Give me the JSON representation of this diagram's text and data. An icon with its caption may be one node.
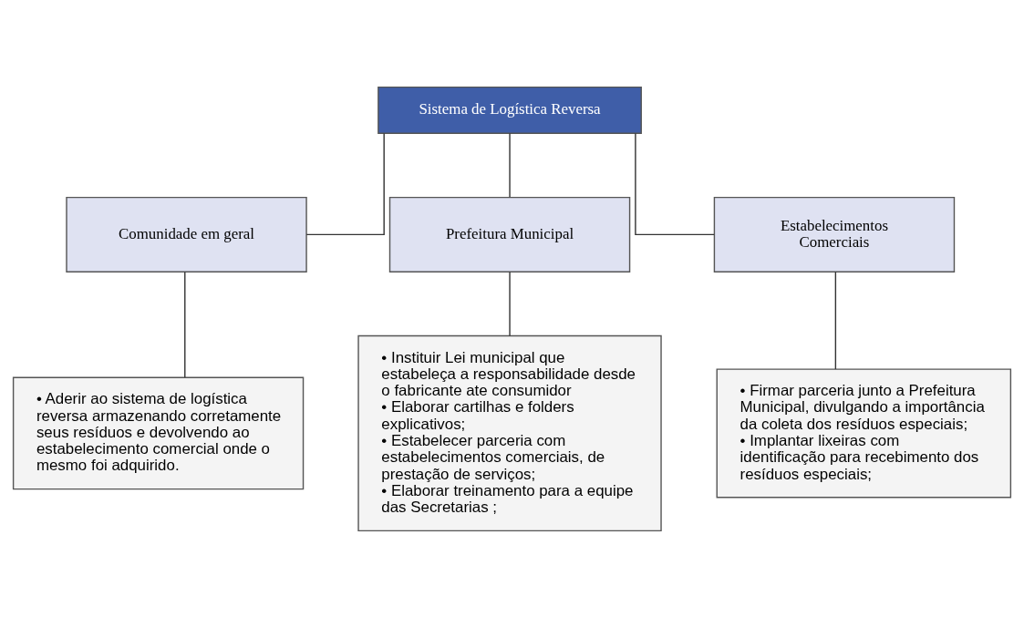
{
  "diagram": {
    "nodes": [
      {
        "text": [
          "Sistema de Logística Reversa"
        ]
      },
      {
        "text": [
          "Comunidade em geral"
        ]
      },
      {
        "text": [
          "Prefeitura Municipal"
        ]
      },
      {
        "text": [
          "Estabelecimentos Comerciais"
        ]
      },
      {
        "text": [
          "• Aderir ao sistema de logística reversa armazenando corretamente seus resíduos e devolvendo ao estabelecimento comercial onde o mesmo foi adquirido."
        ]
      },
      {
        "text": [
          "• Instituir Lei municipal que estabeleça a responsabilidade desde o fabricante ate consumidor",
          "• Elaborar cartilhas e folders explicativos;",
          "• Estabelecer parceria com estabelecimentos comerciais, de prestação de serviços;",
          "• Elaborar treinamento para a equipe das Secretarias ;"
        ]
      },
      {
        "text": [
          "• Firmar parceria junto a Prefeitura Municipal, divulgando a importância da coleta dos resíduos especiais;",
          "• Implantar lixeiras com identificação para recebimento dos resíduos especiais;"
        ]
      }
    ],
    "edges": [
      {
        "from": 0,
        "to": 1,
        "arrow": "none"
      },
      {
        "from": 0,
        "to": 2,
        "arrow": "none"
      },
      {
        "from": 0,
        "to": 3,
        "arrow": "none"
      },
      {
        "from": 1,
        "to": 4,
        "arrow": "none"
      },
      {
        "from": 2,
        "to": 5,
        "arrow": "none"
      },
      {
        "from": 3,
        "to": 6,
        "arrow": "none"
      }
    ]
  }
}
